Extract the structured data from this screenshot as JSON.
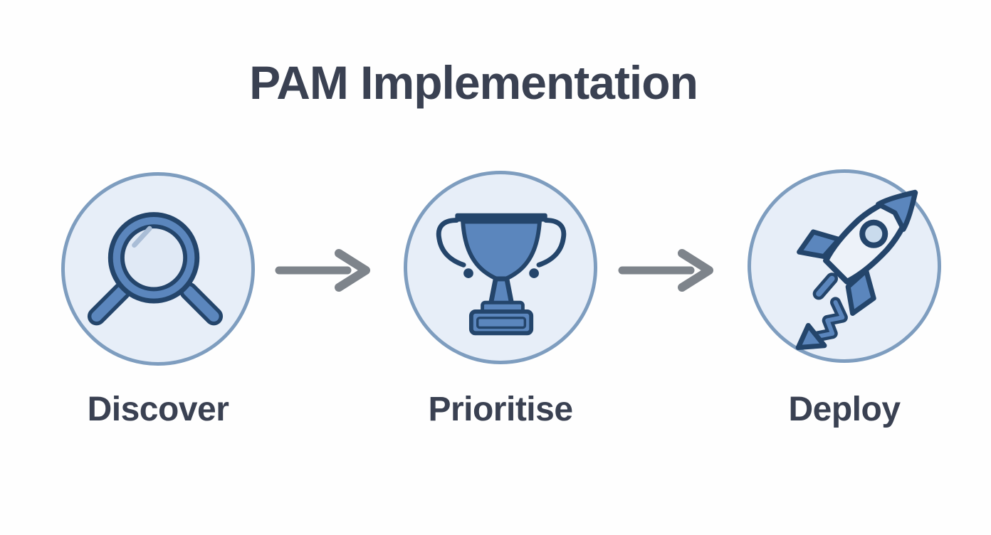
{
  "title": "PAM Implementation",
  "steps": [
    {
      "label": "Discover",
      "icon": "magnifier"
    },
    {
      "label": "Prioritise",
      "icon": "trophy"
    },
    {
      "label": "Deploy",
      "icon": "rocket"
    }
  ],
  "colors": {
    "background": "#fefefe",
    "text": "#3a4152",
    "circle_fill": "#e7eef8",
    "circle_border": "#7e9dbf",
    "icon_fill": "#5b86bd",
    "icon_outline": "#24456b",
    "icon_light": "#c9dbed",
    "icon_body": "#edf2f9",
    "glass": "#e0e9f5",
    "glint": "#a9bdd6",
    "arrow": "#7e848b"
  }
}
